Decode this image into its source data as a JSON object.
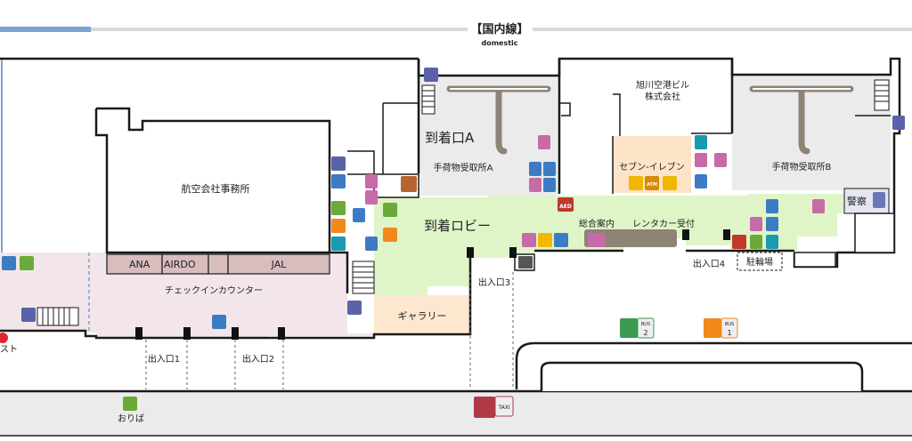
{
  "header": {
    "title": "【国内線】",
    "subtitle": "domestic"
  },
  "areas": {
    "airline_office": "航空会社事務所",
    "checkin_counter": "チェックインカウンター",
    "airline_ana": "ANA",
    "airline_airdo": "AIRDO",
    "airline_jal": "JAL",
    "arrival_a": "到着口A",
    "baggage_claim_a": "手荷物受取所A",
    "building_company_line1": "旭川空港ビル",
    "building_company_line2": "株式会社",
    "seven_eleven": "セブン-イレブン",
    "atm": "ATM",
    "baggage_claim_b": "手荷物受取所B",
    "police": "警察",
    "arrival_lobby": "到着ロビー",
    "aed": "AED",
    "information": "総合案内",
    "rent_a_car": "レンタカー受付",
    "gallery": "ギャラリー",
    "parking_office": "駐輪場",
    "exit_1": "出入口1",
    "exit_2": "出入口2",
    "exit_3": "出入口3",
    "exit_4": "出入口4",
    "dropoff": "おりば",
    "left_cut_label": "スト"
  },
  "transport": {
    "bus_label": "BUS",
    "bus_2": "2",
    "bus_1": "1",
    "taxi_label": "TAXI"
  },
  "colors": {
    "arrival_lobby": "#dff5c8",
    "checkin_zone": "#f3e6ea",
    "gallery": "#fde7cf",
    "seven_eleven": "#fde3c8",
    "baggage_area": "#ebebeb",
    "counter": "#d9bcbe",
    "wall": "#1a1a1a",
    "road": "#e8e8e8",
    "belt": "#8f8376",
    "toilet_women": "#c76aa8",
    "toilet_men": "#3b7cc4",
    "elevator": "#5a63a8",
    "bus_green": "#3a9a52",
    "bus_orange": "#f08a1c",
    "taxi": "#b23a48",
    "aed": "#c0392b",
    "accessible": "#6aaa3a",
    "police": "#6a78b8"
  },
  "icons": [
    "toilet-women-icon",
    "toilet-men-icon",
    "elevator-icon",
    "stairs-icon",
    "escalator-icon",
    "accessible-icon",
    "phone-icon",
    "info-icon",
    "atm-icon",
    "bus-icon",
    "taxi-icon",
    "aed-icon",
    "first-aid-icon",
    "coin-locker-icon",
    "police-icon"
  ]
}
